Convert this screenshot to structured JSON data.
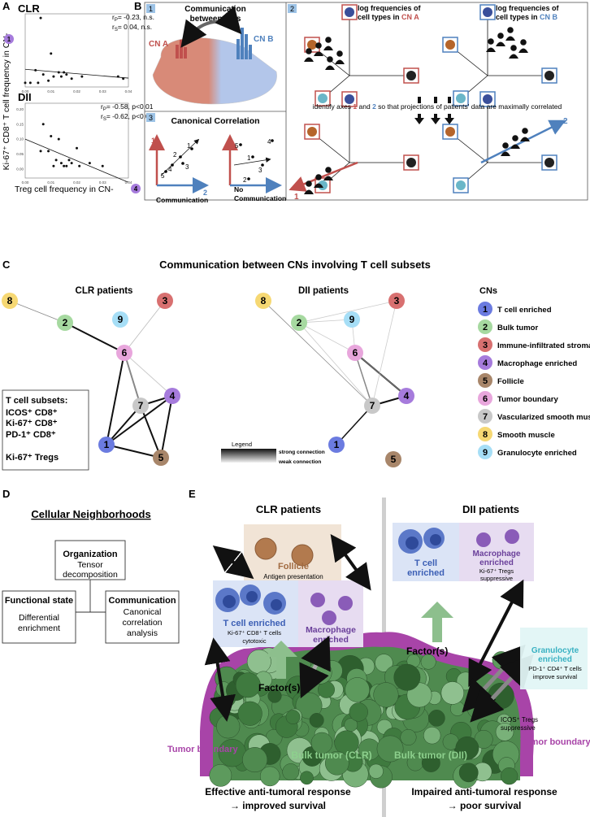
{
  "panel_letters": {
    "a": "A",
    "b": "B",
    "c": "C",
    "d": "D",
    "e": "E"
  },
  "colors": {
    "cn_red": "#c0504d",
    "cn_blue": "#4f81bd",
    "purple": "#a844a8",
    "node_1": "#6b7be0",
    "node_2": "#a6d9a0",
    "node_3": "#d87070",
    "node_4": "#a67bdc",
    "node_5": "#a8866a",
    "node_6": "#e8a6dc",
    "node_7": "#c8c8c8",
    "node_8": "#f6d873",
    "node_9": "#a6def6",
    "green_arrow": "#7fb77e"
  },
  "panel_a": {
    "top": {
      "title": "CLR",
      "stat1": "r",
      "stat1_sub": "P",
      "stat1_val": "= -0.23, n.s.",
      "stat2": "r",
      "stat2_sub": "S",
      "stat2_val": "=  0.04, n.s."
    },
    "bottom": {
      "title": "DII",
      "stat1": "r",
      "stat1_sub": "P",
      "stat1_val": "= -0.58, p<0.01",
      "stat2": "r",
      "stat2_sub": "S",
      "stat2_val": "= -0.62, p<0.05"
    },
    "ylabel": "Ki-67⁺ CD8⁺ T cell frequency in CN-",
    "ylabel_node": "1",
    "xlabel": "Treg cell frequency in CN-",
    "xlabel_node": "4",
    "top_xticks": [
      "0.00",
      "0.01",
      "0.02",
      "0.03",
      "0.04"
    ],
    "bottom_xticks": [
      "0.00",
      "0.01",
      "0.02",
      "0.03",
      "0.04"
    ],
    "bottom_yticks": [
      "0.00",
      "0.05",
      "0.10",
      "0.15",
      "0.20"
    ]
  },
  "chart_data": [
    {
      "type": "scatter",
      "title": "CLR",
      "x": [
        0.0,
        0.002,
        0.004,
        0.005,
        0.006,
        0.007,
        0.009,
        0.01,
        0.011,
        0.013,
        0.014,
        0.015,
        0.016,
        0.018,
        0.022,
        0.036,
        0.038
      ],
      "y": [
        0.0,
        0.0,
        0.06,
        0.0,
        0.31,
        0.04,
        0.01,
        0.14,
        0.03,
        0.05,
        0.03,
        0.05,
        0.04,
        0.02,
        0.03,
        0.03,
        0.02
      ],
      "xlim": [
        0,
        0.04
      ],
      "ylim": [
        -0.02,
        0.33
      ]
    },
    {
      "type": "scatter",
      "title": "DII",
      "x": [
        0.006,
        0.007,
        0.009,
        0.01,
        0.011,
        0.012,
        0.013,
        0.014,
        0.015,
        0.016,
        0.017,
        0.018,
        0.02,
        0.021,
        0.025,
        0.03
      ],
      "y": [
        0.06,
        0.15,
        0.06,
        0.11,
        0.01,
        0.03,
        0.1,
        0.02,
        0.01,
        0.01,
        0.03,
        0.02,
        0.07,
        0.01,
        0.02,
        0.01
      ],
      "xlim": [
        0,
        0.04
      ],
      "ylim": [
        -0.03,
        0.22
      ]
    }
  ],
  "panel_b": {
    "step1": "1",
    "step2": "2",
    "step3": "3",
    "comm_title": "Communication\nbetween CNs",
    "cn_a": "CN A",
    "cn_b": "CN B",
    "canon_title": "Canonical Correlation",
    "comm_label": "Communication",
    "no_comm_label": "No\nCommunication",
    "log_a": "log frequencies of\ncell types in ",
    "log_a_cn": "CN A",
    "log_b": "log frequencies of\ncell types in ",
    "log_b_cn": "CN B",
    "identify_pre": "identify axes ",
    "identify_1": "1",
    "identify_and": " and ",
    "identify_2": "2",
    "identify_post": " so that projections of patients' data are maximally correlated",
    "axis1": "1",
    "axis2": "2"
  },
  "panel_c": {
    "title": "Communication between CNs involving T cell subsets",
    "clr": "CLR patients",
    "dii": "DII patients",
    "subsets_title": "T cell subsets:",
    "subsets": [
      "ICOS⁺ CD8⁺",
      "Ki-67⁺ CD8⁺",
      "PD-1⁺ CD8⁺",
      "",
      "Ki-67⁺ Tregs"
    ],
    "legend_title": "Legend",
    "legend_strong": "strong connection",
    "legend_weak": "weak connection",
    "cns_title": "CNs",
    "cns": [
      {
        "n": "1",
        "label": "T cell enriched"
      },
      {
        "n": "2",
        "label": "Bulk tumor"
      },
      {
        "n": "3",
        "label": "Immune-infiltrated stroma"
      },
      {
        "n": "4",
        "label": "Macrophage enriched"
      },
      {
        "n": "5",
        "label": "Follicle"
      },
      {
        "n": "6",
        "label": "Tumor boundary"
      },
      {
        "n": "7",
        "label": "Vascularized smooth muscle"
      },
      {
        "n": "8",
        "label": "Smooth muscle"
      },
      {
        "n": "9",
        "label": "Granulocyte enriched"
      }
    ]
  },
  "panel_d": {
    "title": "Cellular Neighborhoods",
    "org_title": "Organization",
    "org_sub": "Tensor\ndecomposition",
    "func_title": "Functional state",
    "func_sub": "Differential\nenrichment",
    "comm_title": "Communication",
    "comm_sub": "Canonical\ncorrelation\nanalysis"
  },
  "panel_e": {
    "clr": "CLR patients",
    "dii": "DII patients",
    "follicle": "Follicle",
    "follicle_sub": "Antigen presentation",
    "tcell": "T cell enriched",
    "tcell_sub1": "Ki-67⁺ CD8⁺ T cells",
    "tcell_sub2": "cytotoxic",
    "macro": "Macrophage\nenriched",
    "tcell_dii": "T cell\nenriched",
    "macro_dii": "Macrophage\nenriched",
    "macro_dii_sub1": "Ki-67⁺ Tregs",
    "macro_dii_sub2": "suppressive",
    "factors": "Factor(s)",
    "gran": "Granulocyte\nenriched",
    "gran_sub1": "PD-1⁺ CD4⁺ T cells",
    "gran_sub2": "improve survival",
    "icos": "ICOS⁺ Tregs\nsuppressive",
    "tumor_boundary": "Tumor boundary",
    "bulk_clr": "Bulk tumor (CLR)",
    "bulk_dii": "Bulk tumor (DII)",
    "effective": "Effective anti-tumoral response",
    "improved": "→ improved survival",
    "impaired": "Impaired anti-tumoral response",
    "poor": "→ poor survival"
  }
}
